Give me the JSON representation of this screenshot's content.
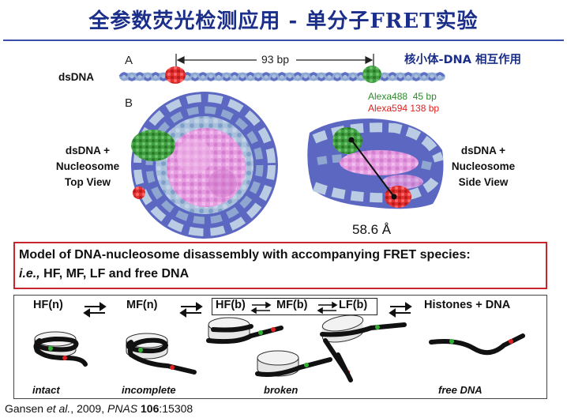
{
  "title": "全参数荧光检测应用 - 单分子FRET实验",
  "subtitle": "核小体-DNA 相互作用",
  "panel_a": {
    "label": "A",
    "dsdna_label": "dsDNA",
    "distance": "93 bp"
  },
  "panel_b": {
    "label": "B"
  },
  "dyes": {
    "alexa488": {
      "text": "Alexa488  45 bp",
      "color": "#2e8b2e"
    },
    "alexa594": {
      "text": "Alexa594 138 bp",
      "color": "#e02020"
    }
  },
  "top_view_label": [
    "dsDNA +",
    "Nucleosome",
    "Top View"
  ],
  "side_view_label": [
    "dsDNA +",
    "Nucleosome",
    "Side View"
  ],
  "distance_label": "58.6 Å",
  "model": {
    "line1": "Model of DNA-nucleosome disassembly with accompanying FRET species:",
    "line2_italic": "i.e.,",
    "line2_rest": " HF, MF, LF and free DNA"
  },
  "states": {
    "hf_n": "HF(n)",
    "mf_n": "MF(n)",
    "hf_b": "HF(b)",
    "mf_b": "MF(b)",
    "lf_b": "LF(b)",
    "free": "Histones + DNA"
  },
  "captions": {
    "intact": "intact",
    "incomplete": "incomplete",
    "broken": "broken",
    "free": "free DNA"
  },
  "citation": {
    "authors": "Gansen ",
    "etal": "et al.",
    "year": ", 2009, ",
    "journal": "PNAS",
    "volume": " 106",
    "pages": ":15308"
  },
  "colors": {
    "title": "#1a2e8a",
    "dna_blue": "#6a78c8",
    "dna_light": "#9fb6d6",
    "histone": "#e08ad6",
    "frame_red": "#c8262c"
  }
}
